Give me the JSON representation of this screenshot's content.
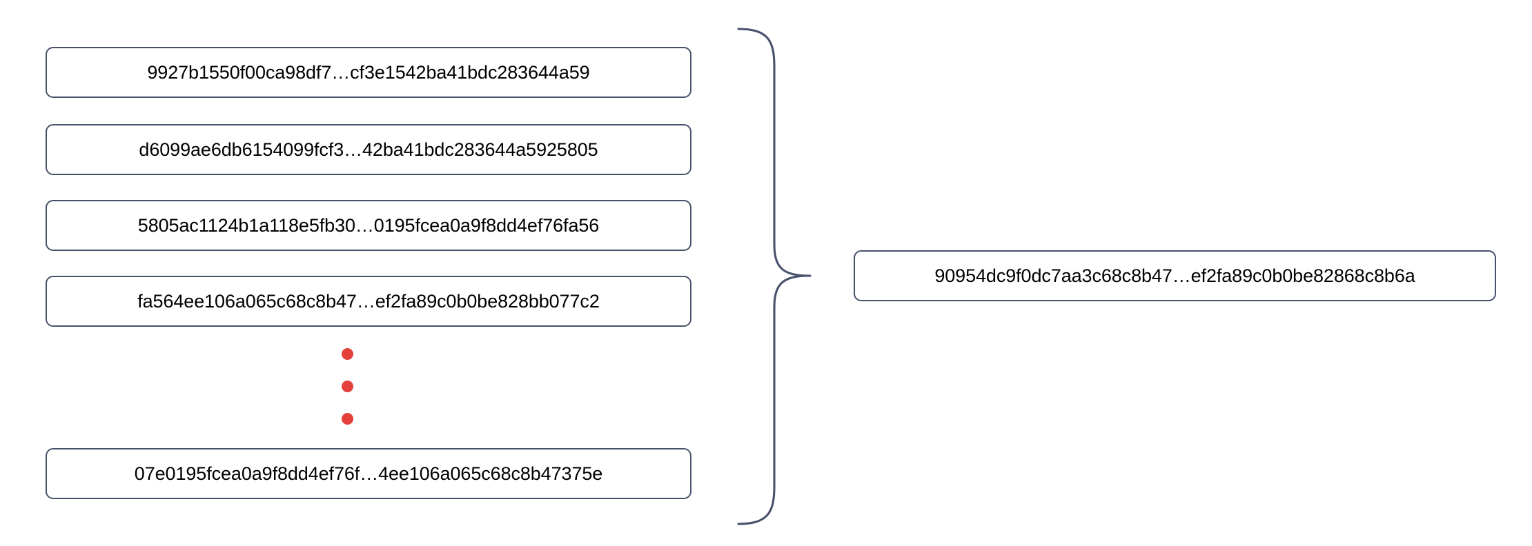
{
  "diagram": {
    "type": "merkle-hash-aggregation",
    "title": "Hash list aggregated into a single root hash",
    "colors": {
      "box_border": "#47516b",
      "box_fill": "#ffffff",
      "text": "#000000",
      "ellipsis_dot": "#e5413c",
      "brace_stroke": "#47516b",
      "background": "#ffffff"
    },
    "input_group": {
      "label": "input-hash-list",
      "items": [
        {
          "id": "hash-1",
          "value": "9927b1550f00ca98df7…cf3e1542ba41bdc283644a59"
        },
        {
          "id": "hash-2",
          "value": "d6099ae6db6154099fcf3…42ba41bdc283644a5925805"
        },
        {
          "id": "hash-3",
          "value": "5805ac1124b1a118e5fb30…0195fcea0a9f8dd4ef76fa56"
        },
        {
          "id": "hash-4",
          "value": "fa564ee106a065c68c8b47…ef2fa89c0b0be828bb077c2"
        },
        {
          "id": "hash-n",
          "value": "07e0195fcea0a9f8dd4ef76f…4ee106a065c68c8b47375e"
        }
      ],
      "ellipsis": {
        "label": "vertical-ellipsis",
        "dot_count": 3,
        "meaning": "additional hashes omitted"
      }
    },
    "connector": {
      "label": "right-pointing-curly-brace",
      "shape": "curly-brace",
      "direction": "points-right",
      "groups_count": 5
    },
    "output_group": {
      "label": "output-root-hash",
      "items": [
        {
          "id": "root-hash",
          "value": "90954dc9f0dc7aa3c68c8b47…ef2fa89c0b0be82868c8b6a"
        }
      ]
    }
  }
}
